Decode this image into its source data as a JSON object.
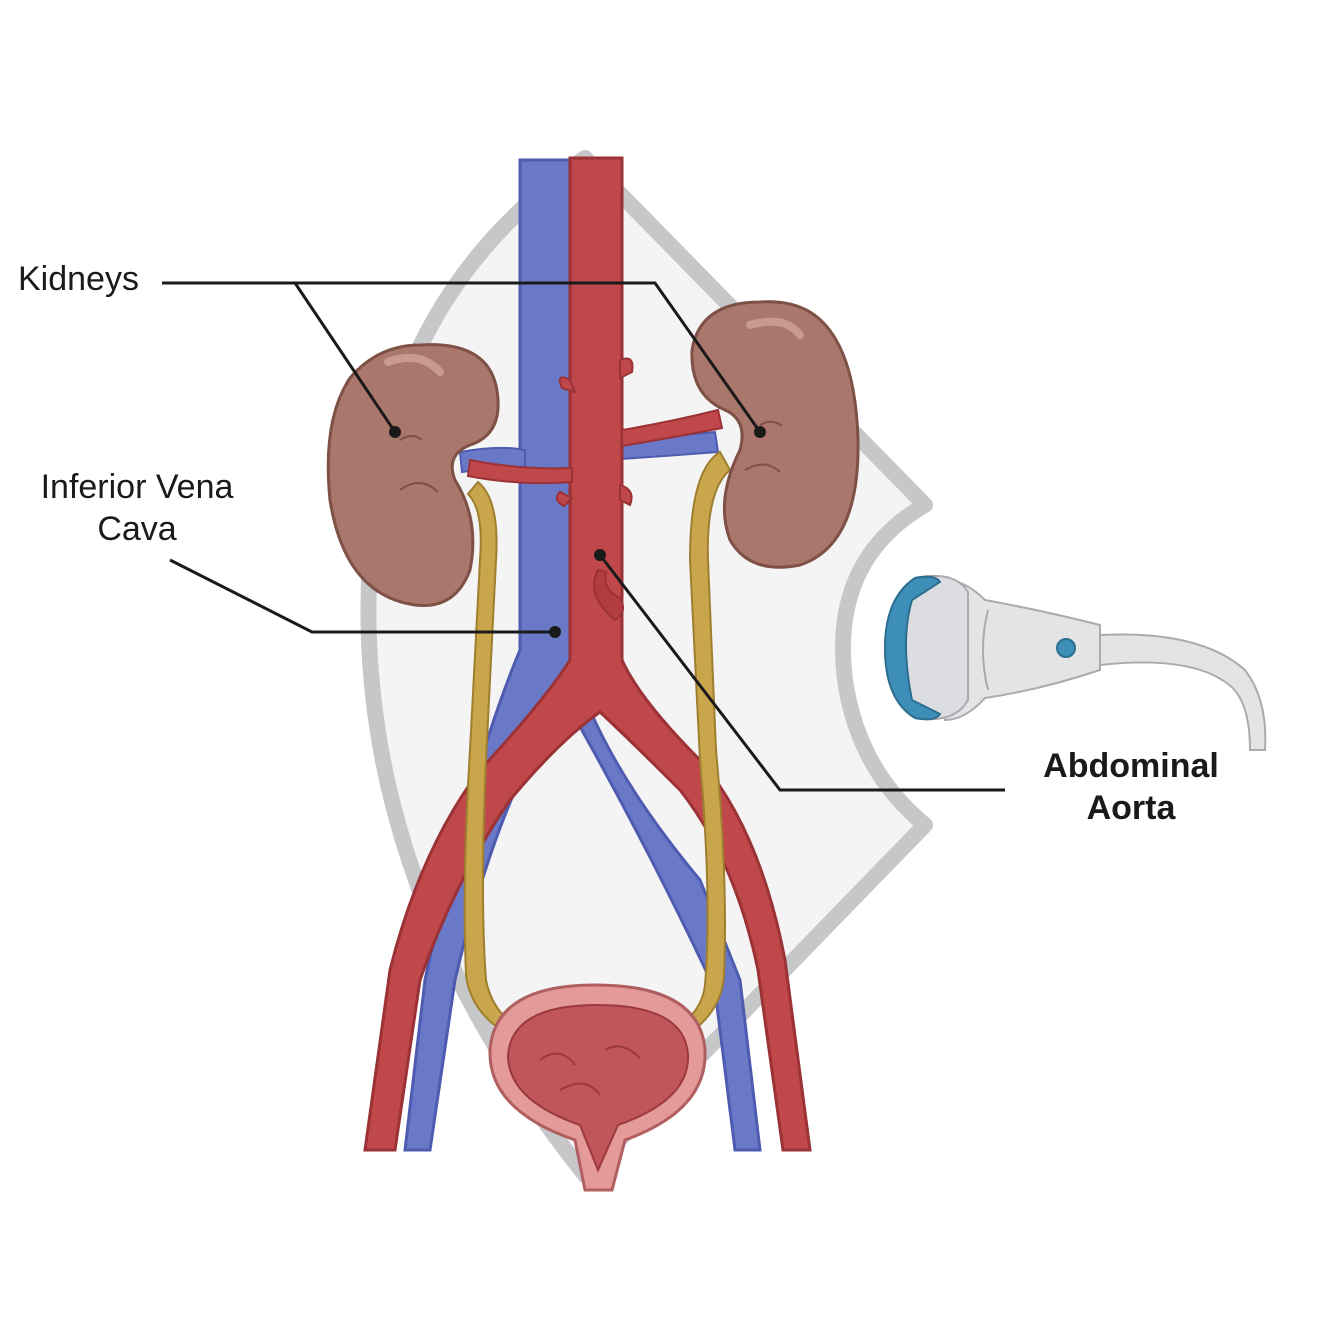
{
  "labels": {
    "kidneys": "Kidneys",
    "ivc_line1": "Inferior Vena",
    "ivc_line2": "Cava",
    "aorta_line1": "Abdominal",
    "aorta_line2": "Aorta"
  },
  "colors": {
    "aorta": "#c0474a",
    "vena_cava": "#6a78c8",
    "kidney": "#a9776b",
    "ureter": "#c9a54b",
    "bladder": "#d97c7e",
    "scan_window": "#f4f4f4",
    "probe_accent": "#3d8fb8"
  },
  "icons": {
    "probe": "ultrasound-probe-icon"
  }
}
